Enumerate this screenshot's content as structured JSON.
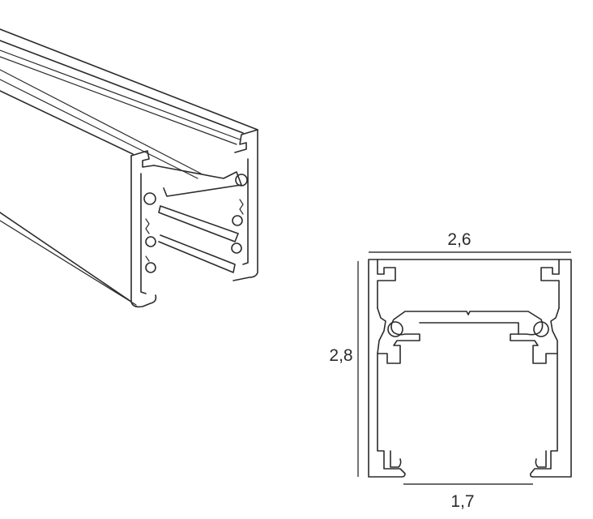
{
  "dimensions": {
    "width_label": "2,6",
    "height_label": "2,8",
    "opening_label": "1,7"
  }
}
